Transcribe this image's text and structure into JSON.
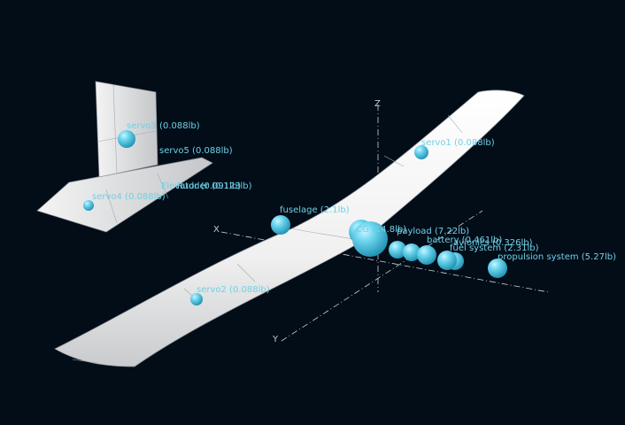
{
  "axes": {
    "x_label": "X",
    "y_label": "Y",
    "z_label": "Z"
  },
  "components": [
    {
      "id": "servo3",
      "label": "servo3 (0.088lb)"
    },
    {
      "id": "servo5",
      "label": "servo5 (0.088lb)"
    },
    {
      "id": "elevator",
      "label": "Elevator (0.091lb)"
    },
    {
      "id": "rudder",
      "label": "Rudder (0.123lb)"
    },
    {
      "id": "servo4",
      "label": "servo4 (0.088lb)"
    },
    {
      "id": "servo1",
      "label": "servo1 (0.088lb)"
    },
    {
      "id": "fuselage",
      "label": "fuselage (2.1lb)"
    },
    {
      "id": "payload",
      "label": "payload (7.22lb)"
    },
    {
      "id": "cg",
      "label": "CG (14.8lb)"
    },
    {
      "id": "battery",
      "label": "battery (0.461lb)"
    },
    {
      "id": "avionics",
      "label": "avionics (0.326lb)"
    },
    {
      "id": "fuel_system",
      "label": "fuel system (2.31lb)"
    },
    {
      "id": "propulsion",
      "label": "propulsion system (5.27lb)"
    },
    {
      "id": "servo2",
      "label": "servo2 (0.088lb)"
    }
  ],
  "colors": {
    "background": "#020d18",
    "sphere": "#5fd0ea",
    "label": "#6fd0e6",
    "surface": "#eeeeee"
  }
}
